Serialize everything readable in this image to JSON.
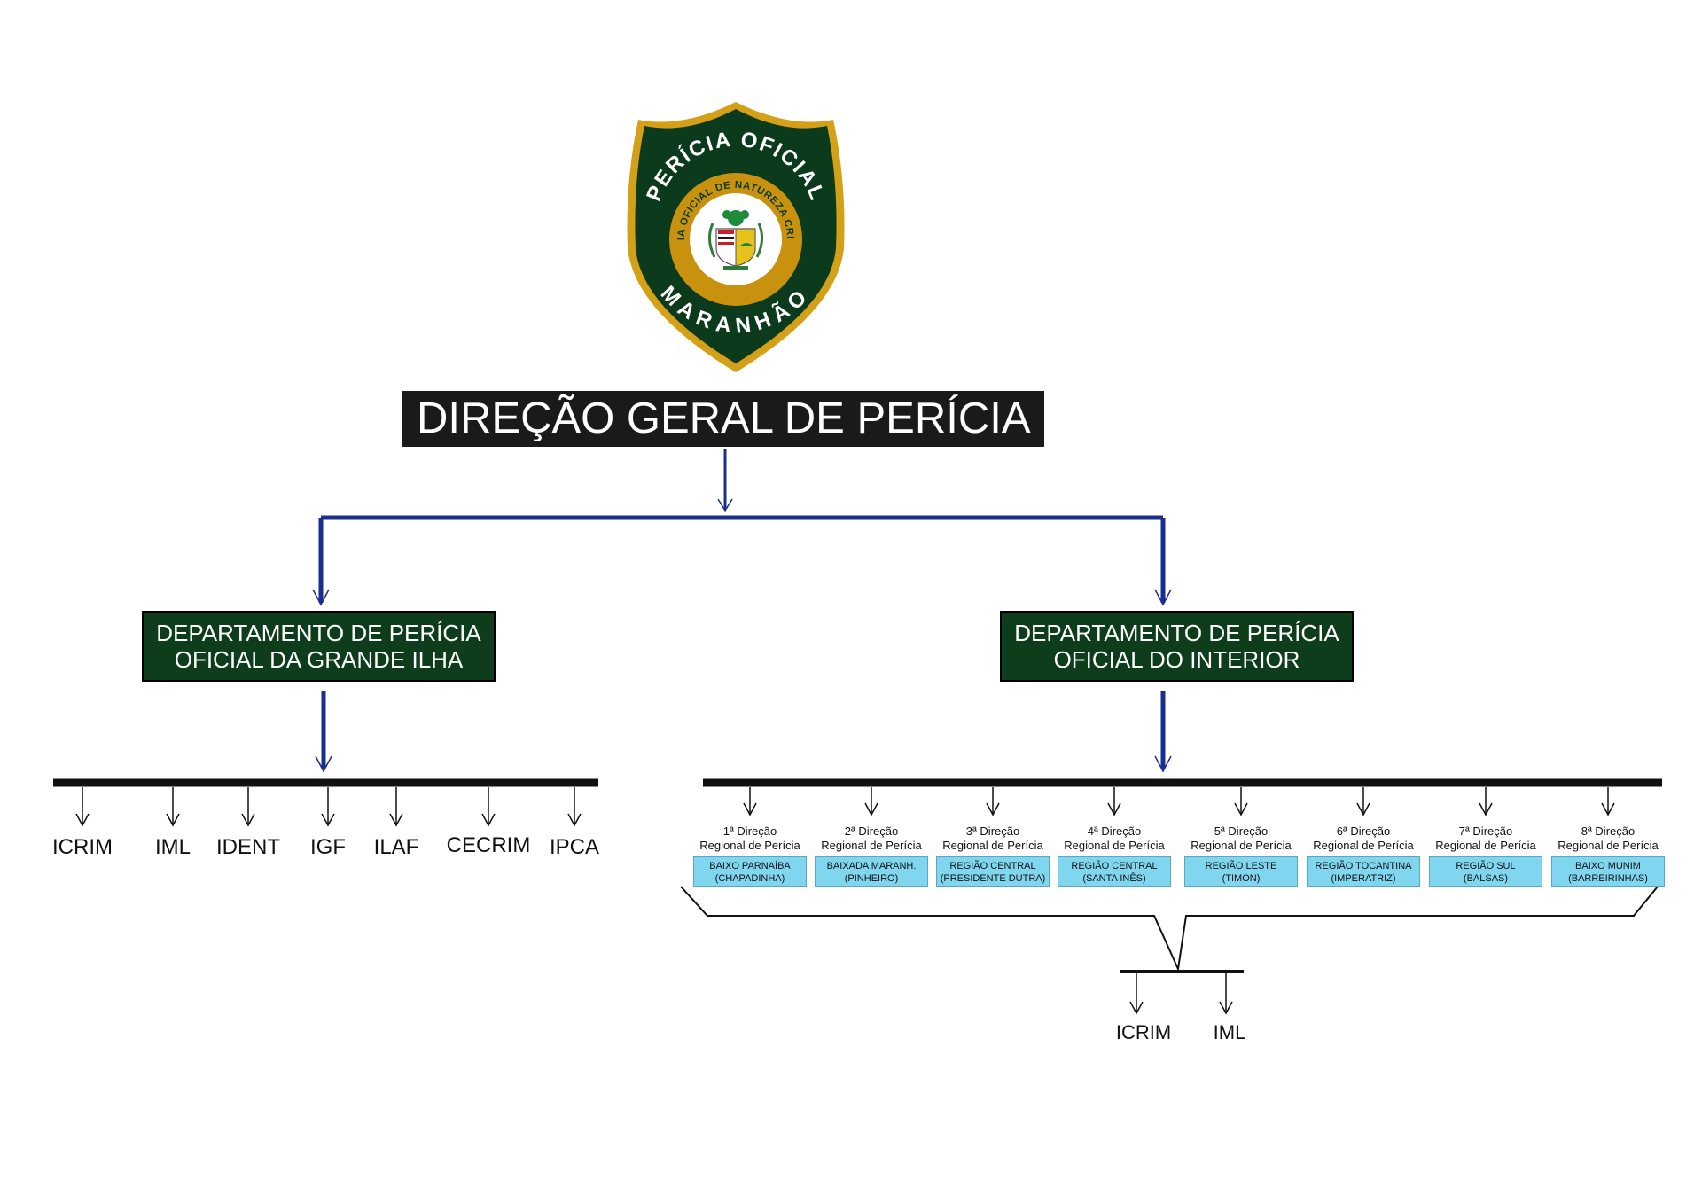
{
  "emblem": {
    "top_text": "PERÍCIA OFICIAL",
    "ring_text": "PERÍCIA OFICIAL DE NATUREZA CRIMINAL",
    "bottom_text": "MARANHÃO",
    "colors": {
      "shield": "#0b3b1c",
      "gold": "#d4a017",
      "inner_ring": "#c8920f",
      "white": "#ffffff"
    }
  },
  "title": "DIREÇÃO GERAL DE PERÍCIA",
  "departments": {
    "grande_ilha": {
      "line1": "DEPARTAMENTO DE PERÍCIA",
      "line2": "OFICIAL DA GRANDE ILHA"
    },
    "interior": {
      "line1": "DEPARTAMENTO DE PERÍCIA",
      "line2": "OFICIAL DO INTERIOR"
    }
  },
  "grande_ilha_units": [
    "ICRIM",
    "IML",
    "IDENT",
    "IGF",
    "ILAF",
    "CECRIM",
    "IPCA"
  ],
  "regional_directions": [
    {
      "head1": "1ª Direção",
      "head2": "Regional de Perícia",
      "region1": "BAIXO PARNAÍBA",
      "region2": "(CHAPADINHA)"
    },
    {
      "head1": "2ª Direção",
      "head2": "Regional de Perícia",
      "region1": "BAIXADA MARANH.",
      "region2": "(PINHEIRO)"
    },
    {
      "head1": "3ª Direção",
      "head2": "Regional de Perícia",
      "region1": "REGIÃO CENTRAL",
      "region2": "(PRESIDENTE DUTRA)"
    },
    {
      "head1": "4ª Direção",
      "head2": "Regional de Perícia",
      "region1": "REGIÃO CENTRAL",
      "region2": "(SANTA INÊS)"
    },
    {
      "head1": "5ª Direção",
      "head2": "Regional de Perícia",
      "region1": "REGIÃO LESTE",
      "region2": "(TIMON)"
    },
    {
      "head1": "6ª Direção",
      "head2": "Regional de Perícia",
      "region1": "REGIÃO TOCANTINA",
      "region2": "(IMPERATRIZ)"
    },
    {
      "head1": "7ª Direção",
      "head2": "Regional de Perícia",
      "region1": "REGIÃO SUL",
      "region2": "(BALSAS)"
    },
    {
      "head1": "8ª Direção",
      "head2": "Regional de Perícia",
      "region1": "BAIXO MUNIM",
      "region2": "(BARREIRINHAS)"
    }
  ],
  "interior_units": [
    "ICRIM",
    "IML"
  ],
  "colors": {
    "connector": "#1a2e8f",
    "dept_fill": "#0e3d1c",
    "title_fill": "#1a1a1a",
    "region_fill": "#7fd6ee"
  }
}
